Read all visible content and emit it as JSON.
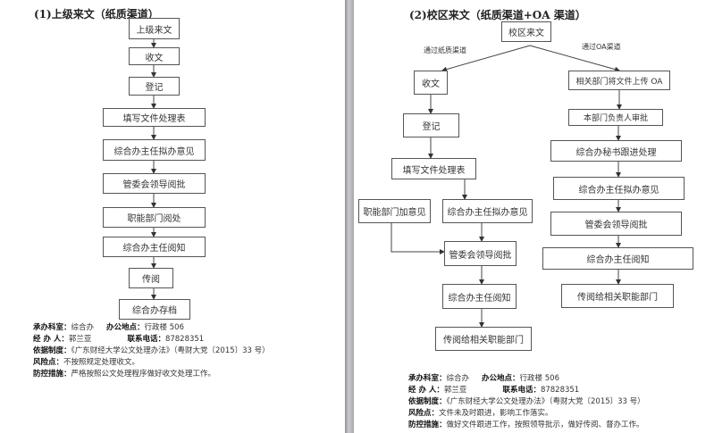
{
  "left": {
    "title": "(1)上级来文（纸质渠道）",
    "steps": [
      "上级来文",
      "收文",
      "登记",
      "填写文件处理表",
      "综合办主任拟办意见",
      "管委会领导阅批",
      "职能部门阅处",
      "综合办主任阅知",
      "传阅",
      "综合办存档"
    ],
    "info": {
      "dept_label": "承办科室：",
      "dept": "综合办",
      "office_label": "办公地点：",
      "office": "行政楼 506",
      "handler_label": "经 办 人：",
      "handler": "郭兰亚",
      "phone_label": "联系电话：",
      "phone": "87828351",
      "basis_label": "依据制度：",
      "basis": "《广东财经大学公文处理办法》（粤财大党〔2015〕33 号）",
      "risk_label": "风险点：",
      "risk": "不按照规定处理收文。",
      "control_label": "防控措施：",
      "control": "严格按照公文处理程序做好收文处理工作。"
    }
  },
  "right": {
    "title": "(2)校区来文（纸质渠道+OA 渠道）",
    "start": "校区来文",
    "paper_label": "通过纸质渠道",
    "oa_label": "通过OA渠道",
    "paper_steps": [
      "收文",
      "登记",
      "填写文件处理表",
      "综合办主任拟办意见",
      "管委会领导阅批",
      "综合办主任阅知",
      "传阅给相关职能部门"
    ],
    "side_step": "职能部门加意见",
    "oa_steps": [
      "相关部门将文件上传 OA",
      "本部门负责人审批",
      "综合办秘书跟进处理",
      "综合办主任拟办意见",
      "管委会领导阅批",
      "综合办主任阅知",
      "传阅给相关职能部门"
    ],
    "info": {
      "dept_label": "承办科室：",
      "dept": "综合办",
      "office_label": "办公地点：",
      "office": "行政楼 506",
      "handler_label": "经 办 人：",
      "handler": "郭兰亚",
      "phone_label": "联系电话：",
      "phone": "87828351",
      "basis_label": "依据制度：",
      "basis": "《广东财经大学公文处理办法》（粤财大党〔2015〕33 号）",
      "risk_label": "风险点：",
      "risk": "文件未及时跟进，影响工作落实。",
      "control_label": "防控措施：",
      "control": "做好文件跟进工作，按照领导批示，做好传阅、督办工作。"
    }
  }
}
